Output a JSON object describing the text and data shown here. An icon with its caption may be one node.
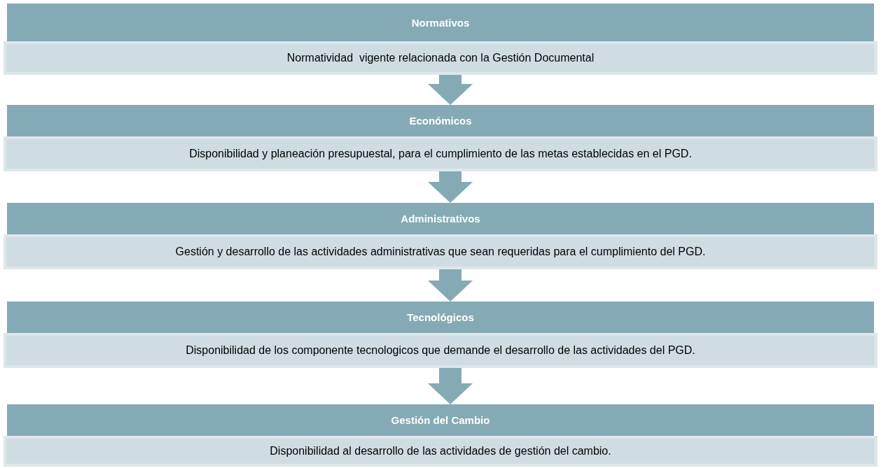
{
  "diagram": {
    "nodes": [
      {
        "text": [
          "Normativos"
        ]
      },
      {
        "text": [
          "Normatividad  vigente relacionada con la Gestión Documental"
        ]
      },
      {
        "text": [
          "Económicos"
        ]
      },
      {
        "text": [
          "Disponibilidad y planeación presupuestal, para el cumplimiento de las metas establecidas en el PGD."
        ]
      },
      {
        "text": [
          "Administrativos"
        ]
      },
      {
        "text": [
          "Gestión y desarrollo de las actividades administrativas que sean requeridas para el cumplimiento del PGD."
        ]
      },
      {
        "text": [
          "Tecnológicos"
        ]
      },
      {
        "text": [
          "Disponibilidad de los componente tecnologicos que demande el desarrollo de las actividades del PGD."
        ]
      },
      {
        "text": [
          "Gestión del Cambio"
        ]
      },
      {
        "text": [
          "Disponibilidad al desarrollo de las actividades de gestión del cambio."
        ]
      }
    ],
    "edges": [
      {
        "from": 1,
        "to": 2,
        "arrow": "to"
      },
      {
        "from": 3,
        "to": 4,
        "arrow": "to"
      },
      {
        "from": 5,
        "to": 6,
        "arrow": "to"
      },
      {
        "from": 7,
        "to": 8,
        "arrow": "to"
      }
    ]
  }
}
